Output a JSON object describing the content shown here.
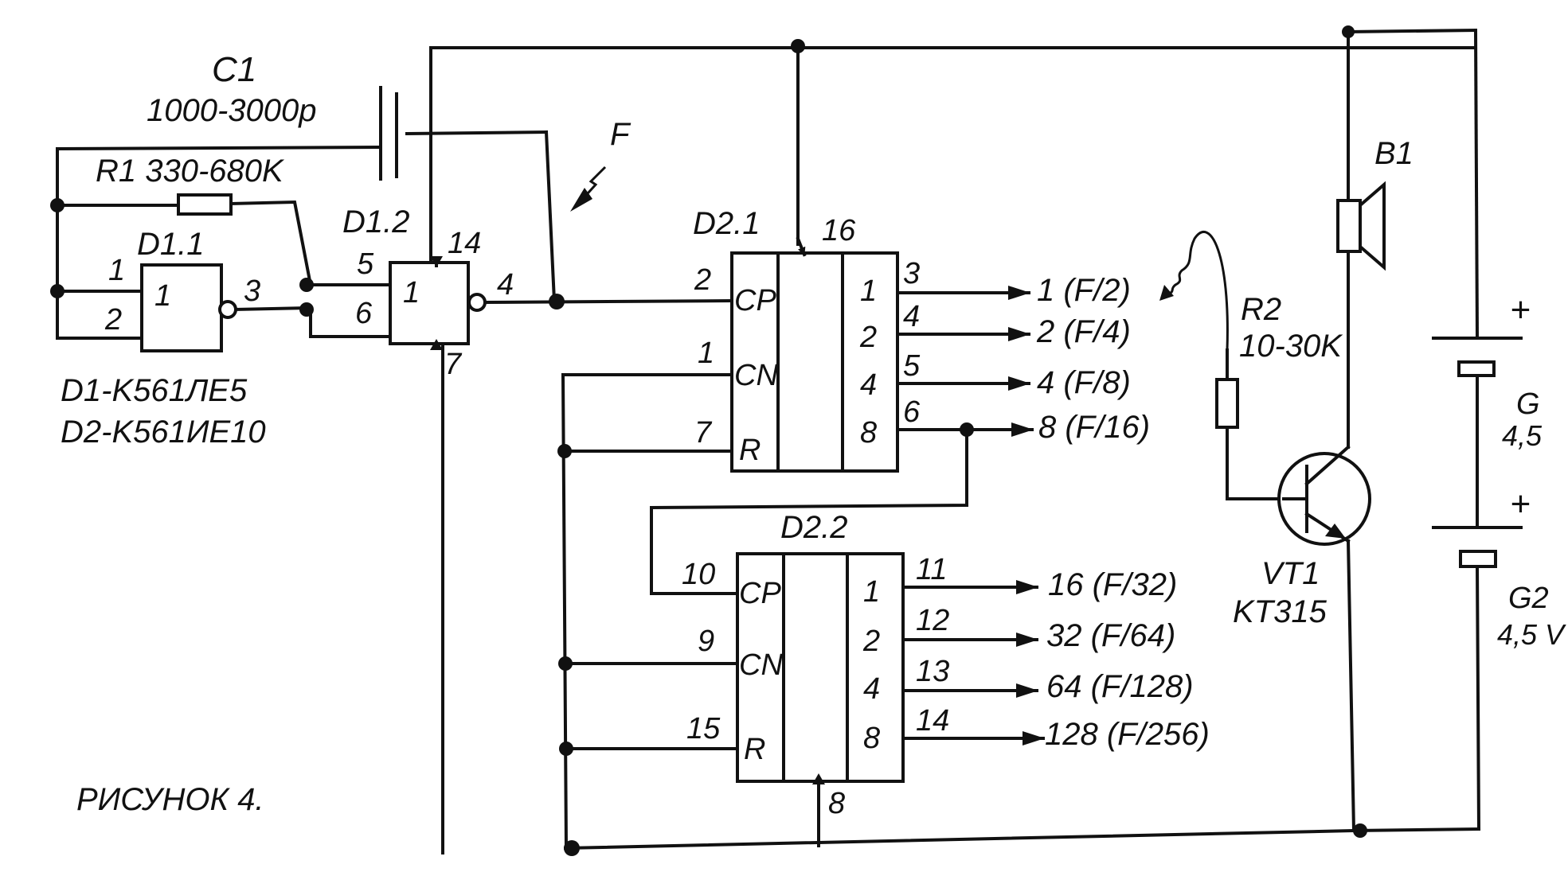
{
  "figure_caption": "РИСУНОК 4.",
  "parts_list": [
    "D1-K561ЛЕ5",
    "D2-K561ИЕ10"
  ],
  "input_marker": "F",
  "components": {
    "C1": {
      "ref": "C1",
      "value": "1000-3000p"
    },
    "R1": {
      "label": "R1 330-680K"
    },
    "R2": {
      "ref": "R2",
      "value": "10-30K"
    },
    "B1": {
      "ref": "B1"
    },
    "VT1": {
      "ref": "VT1",
      "type": "KT315"
    },
    "G1": {
      "ref": "G",
      "voltage": "4,5",
      "polarity": "+"
    },
    "G2": {
      "ref": "G2",
      "voltage": "4,5 V",
      "polarity": "+"
    }
  },
  "gates": {
    "D1_1": {
      "name": "D1.1",
      "function": "1",
      "pin_in_a": "1",
      "pin_in_b": "2",
      "pin_out": "3"
    },
    "D1_2": {
      "name": "D1.2",
      "function": "1",
      "pin_in_a": "5",
      "pin_in_b": "6",
      "pin_out": "4",
      "pin_vcc": "14",
      "pin_gnd": "7"
    }
  },
  "counters": {
    "D2_1": {
      "name": "D2.1",
      "pin_vcc": "16",
      "inputs": [
        {
          "pin": "2",
          "name": "CP"
        },
        {
          "pin": "1",
          "name": "CN"
        },
        {
          "pin": "7",
          "name": "R"
        }
      ],
      "outputs": [
        {
          "weight": "1",
          "pin": "3",
          "signal": "1 (F/2)"
        },
        {
          "weight": "2",
          "pin": "4",
          "signal": "2 (F/4)"
        },
        {
          "weight": "4",
          "pin": "5",
          "signal": "4 (F/8)"
        },
        {
          "weight": "8",
          "pin": "6",
          "signal": "8 (F/16)"
        }
      ]
    },
    "D2_2": {
      "name": "D2.2",
      "pin_gnd": "8",
      "inputs": [
        {
          "pin": "10",
          "name": "CP"
        },
        {
          "pin": "9",
          "name": "CN"
        },
        {
          "pin": "15",
          "name": "R"
        }
      ],
      "outputs": [
        {
          "weight": "1",
          "pin": "11",
          "signal": "16 (F/32)"
        },
        {
          "weight": "2",
          "pin": "12",
          "signal": "32 (F/64)"
        },
        {
          "weight": "4",
          "pin": "13",
          "signal": "64 (F/128)"
        },
        {
          "weight": "8",
          "pin": "14",
          "signal": "128 (F/256)"
        }
      ]
    }
  }
}
